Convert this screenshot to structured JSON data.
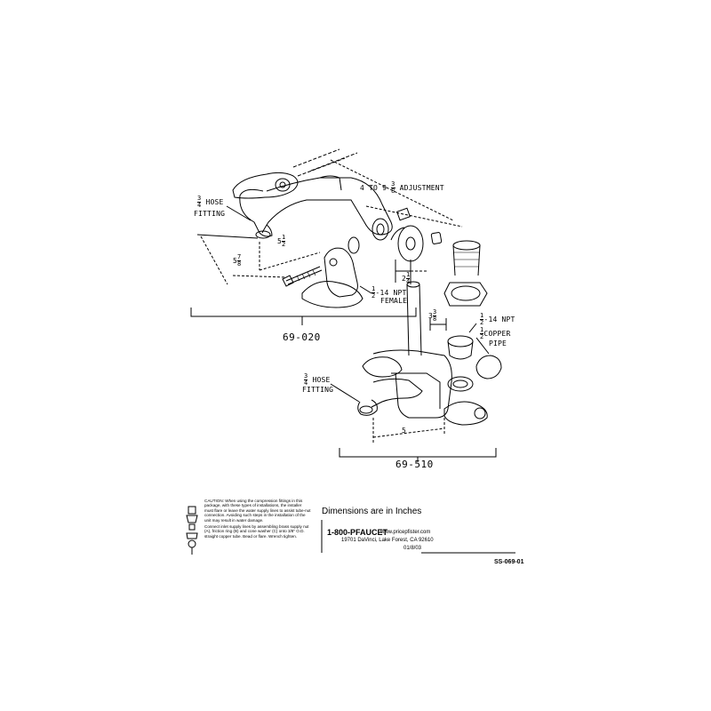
{
  "labels": {
    "hose_fitting_top": {
      "whole": "",
      "num": "3",
      "den": "4",
      "text": "HOSE"
    },
    "fitting_top": "FITTING",
    "adjustment": {
      "prefix": "4 TO 9",
      "num": "3",
      "den": "8",
      "suffix": "ADJUSTMENT"
    },
    "dim_5_half": {
      "whole": "5",
      "num": "1",
      "den": "2"
    },
    "dim_5_7_8": {
      "whole": "5",
      "num": "7",
      "den": "8"
    },
    "dim_2_1_4": {
      "whole": "2",
      "num": "1",
      "den": "4"
    },
    "npt_female": {
      "num": "1",
      "den": "2",
      "text": "-14 NPT"
    },
    "female": "FEMALE",
    "dim_3_3_8": {
      "whole": "3",
      "num": "3",
      "den": "8"
    },
    "npt_bottom": {
      "num": "1",
      "den": "2",
      "text": "-14 NPT"
    },
    "copper": {
      "num": "1",
      "den": "2",
      "text": "COPPER"
    },
    "pipe": "PIPE",
    "hose_fitting_bottom": {
      "num": "3",
      "den": "4",
      "text": "HOSE"
    },
    "fitting_bottom": "FITTING",
    "dim_5": "5"
  },
  "models": {
    "top": "69-020",
    "bottom": "69-510"
  },
  "footer": {
    "dimensions_note": "Dimensions are in Inches",
    "phone": "1-800-PFAUCET",
    "website": "www.pricepfister.com",
    "address": "19701 DaVinci, Lake Forest, CA  92610",
    "date": "01/8/03",
    "doc_number": "SS-069-01",
    "caution_title": "CAUTION:",
    "caution_text": "When using the compression fittings in this package, with these types of installations, the installer must flare or leave the water supply lines to assist tube-nut connection. Avoiding such steps in the installation of the unit may result in water damage.",
    "caution_text_2": "Connect inlet supply lines by assembling brass supply nut (A), friction ring (B) and cone washer (C) onto 3/8\" O.D. straight copper tube. Bead or flare. Wrench tighten."
  }
}
